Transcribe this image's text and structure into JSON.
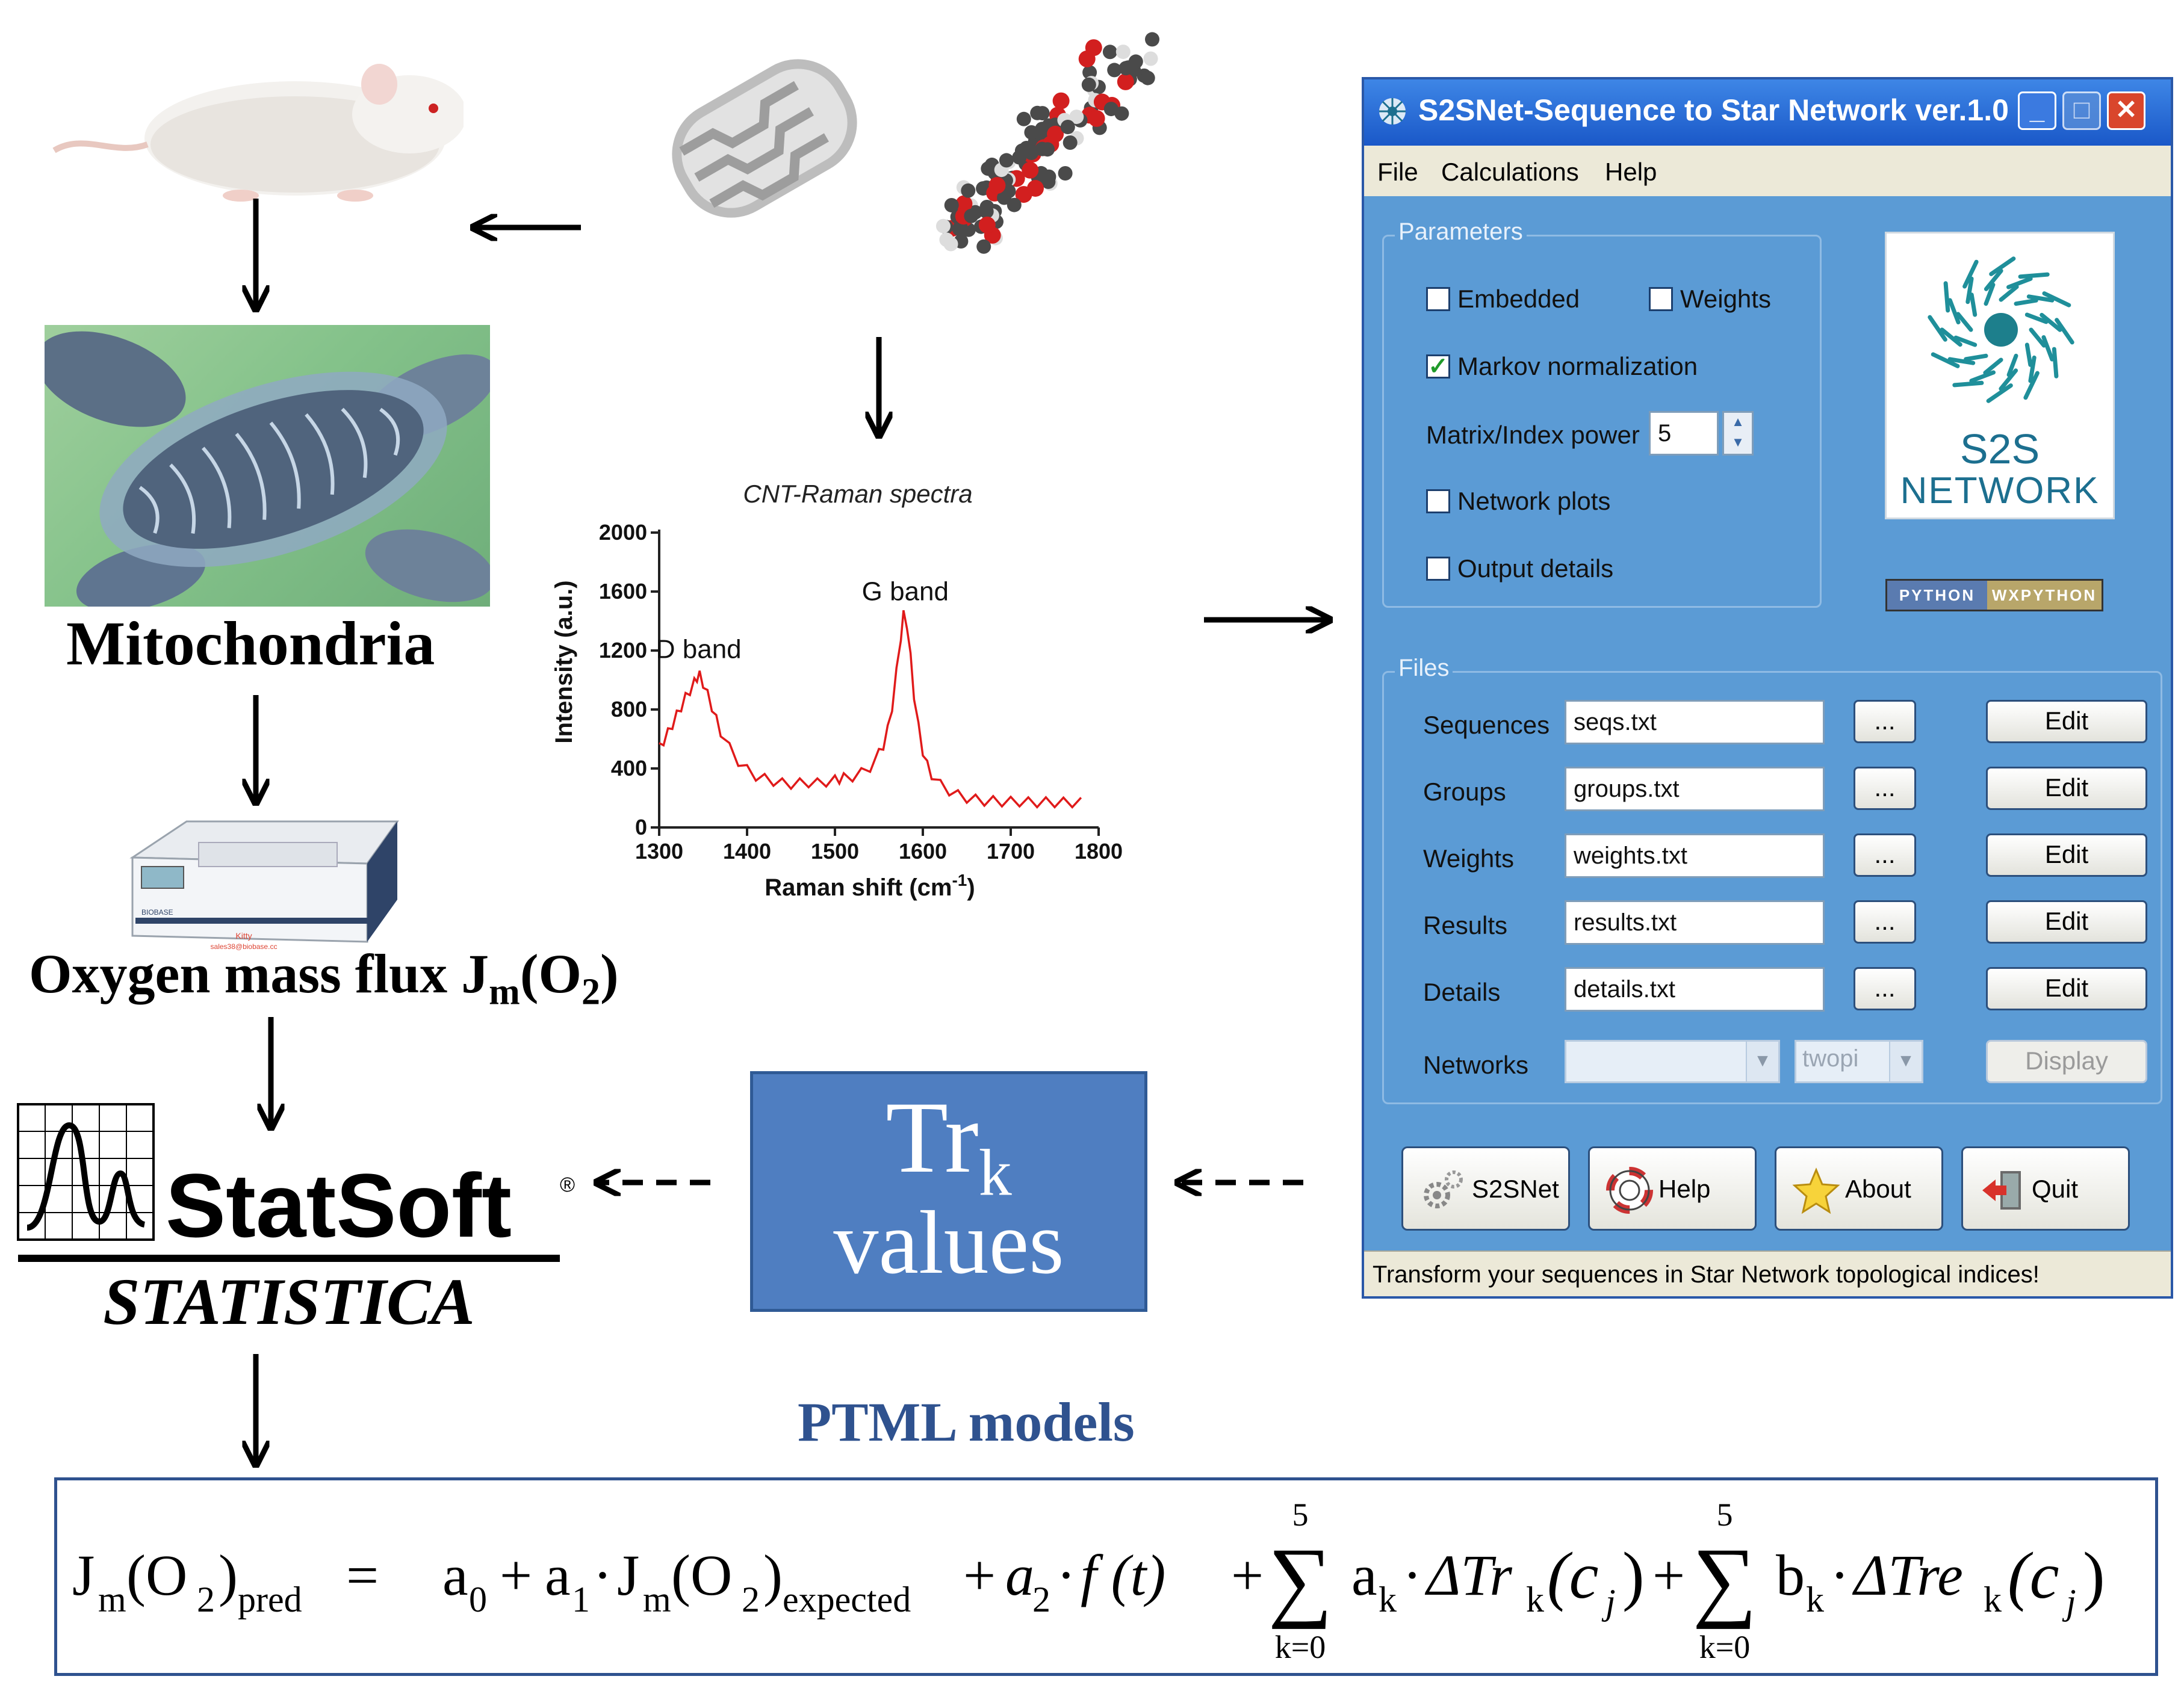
{
  "labels": {
    "mitochondria": "Mitochondria",
    "flux_main": "Oxygen mass flux J",
    "flux_sub_m": "m",
    "flux_open": "(O",
    "flux_sub_2": "2",
    "flux_close": ")",
    "oxygraph_sticker_1": "Kitty",
    "oxygraph_sticker_2": "sales38@biobase.cc",
    "oxygraph_brand": "BIOBASE"
  },
  "statsoft": {
    "brand": "StatSoft",
    "reg": "®",
    "product": "STATISTICA"
  },
  "trk": {
    "title": "Tr",
    "sub": "k",
    "subtitle": "values"
  },
  "ptml": {
    "title": "PTML models"
  },
  "formula": {
    "lhs_J": "J",
    "lhs_m": "m",
    "lhs_paren": "(O",
    "lhs_2": "2",
    "lhs_close": ")",
    "lhs_pred": "pred",
    "eq": "=",
    "a0": "a",
    "a0_sub": "0",
    "plus1": "+",
    "a1": "a",
    "a1_sub": "1",
    "dot1": "·",
    "J2": "J",
    "J2_m": "m",
    "J2_paren": "(O",
    "J2_2": "2",
    "J2_close": ")",
    "expected": "expected",
    "plus2": "+",
    "a2": "a",
    "a2_sub": "2",
    "dot2": "·",
    "ft": "f (t)",
    "plus3": "+",
    "sum1_top": "5",
    "sum1_bot": "k=0",
    "ak": "a",
    "ak_sub": "k",
    "dot3": "·",
    "dTr": "ΔTr",
    "dTr_sub": "k",
    "cj1": "(c",
    "cj1_sub": "j",
    "cj1_close": ")",
    "plus4": "+",
    "sum2_top": "5",
    "sum2_bot": "k=0",
    "bk": "b",
    "bk_sub": "k",
    "dot4": "·",
    "dTre": "ΔTre",
    "dTre_sub": "k",
    "cj2": "(c",
    "cj2_sub": "j",
    "cj2_close": ")"
  },
  "window": {
    "title": "S2SNet-Sequence to Star Network ver.1.0",
    "menu": [
      "File",
      "Calculations",
      "Help"
    ],
    "parameters_label": "Parameters",
    "checkboxes": {
      "embedded": "Embedded",
      "weights": "Weights",
      "markov": "Markov normalization",
      "network_plots": "Network plots",
      "output_details": "Output details"
    },
    "matrix_power_label": "Matrix/Index power",
    "matrix_power_value": "5",
    "files_label": "Files",
    "files": [
      {
        "label": "Sequences",
        "value": "seqs.txt",
        "browse": "...",
        "edit": "Edit"
      },
      {
        "label": "Groups",
        "value": "groups.txt",
        "browse": "...",
        "edit": "Edit"
      },
      {
        "label": "Weights",
        "value": "weights.txt",
        "browse": "...",
        "edit": "Edit"
      },
      {
        "label": "Results",
        "value": "results.txt",
        "browse": "...",
        "edit": "Edit"
      },
      {
        "label": "Details",
        "value": "details.txt",
        "browse": "...",
        "edit": "Edit"
      }
    ],
    "networks_label": "Networks",
    "networks_combo2": "twopi",
    "display": "Display",
    "logo_t1": "S2S",
    "logo_t2": "NETWORK",
    "py_badge_1": "PYTHON",
    "py_badge_2": "WXPYTHON",
    "buttons": {
      "s2snet": "S2SNet",
      "help": "Help",
      "about": "About",
      "quit": "Quit"
    },
    "status": "Transform your sequences in Star Network topological indices!"
  },
  "chart_data": {
    "type": "line",
    "title": "CNT-Raman spectra",
    "xlabel": "Raman shift (cm",
    "xlabel_sup": "-1",
    "xlabel_close": ")",
    "ylabel": "Intensity (a.u.)",
    "xlim": [
      1300,
      1800
    ],
    "ylim": [
      0,
      2000
    ],
    "xticks": [
      1300,
      1400,
      1500,
      1600,
      1700,
      1800
    ],
    "yticks": [
      0,
      400,
      800,
      1200,
      1600,
      2000
    ],
    "color": "#e01a1a",
    "annotations": [
      {
        "text": "D band",
        "x": 1345,
        "y": 1150
      },
      {
        "text": "G band",
        "x": 1580,
        "y": 1540
      }
    ],
    "series": [
      {
        "x": [
          1300,
          1305,
          1310,
          1315,
          1320,
          1325,
          1330,
          1335,
          1340,
          1343,
          1346,
          1350,
          1355,
          1360,
          1365,
          1370,
          1380,
          1390,
          1400,
          1410,
          1420,
          1430,
          1440,
          1450,
          1460,
          1470,
          1480,
          1490,
          1500,
          1505,
          1510,
          1520,
          1530,
          1540,
          1550,
          1555,
          1560,
          1565,
          1570,
          1575,
          1578,
          1582,
          1586,
          1590,
          1595,
          1600,
          1605,
          1610,
          1620,
          1630,
          1640,
          1650,
          1660,
          1670,
          1680,
          1690,
          1700,
          1710,
          1720,
          1730,
          1740,
          1750,
          1760,
          1770,
          1780
        ],
        "y": [
          540,
          590,
          640,
          700,
          760,
          820,
          880,
          930,
          980,
          1020,
          1030,
          980,
          900,
          820,
          730,
          650,
          540,
          450,
          390,
          350,
          330,
          315,
          300,
          295,
          300,
          305,
          300,
          310,
          320,
          330,
          335,
          345,
          370,
          410,
          500,
          560,
          660,
          820,
          1050,
          1300,
          1440,
          1380,
          1150,
          900,
          680,
          520,
          420,
          360,
          290,
          250,
          220,
          200,
          190,
          180,
          180,
          175,
          175,
          175,
          172,
          170,
          172,
          170,
          170,
          170,
          170
        ]
      }
    ]
  }
}
